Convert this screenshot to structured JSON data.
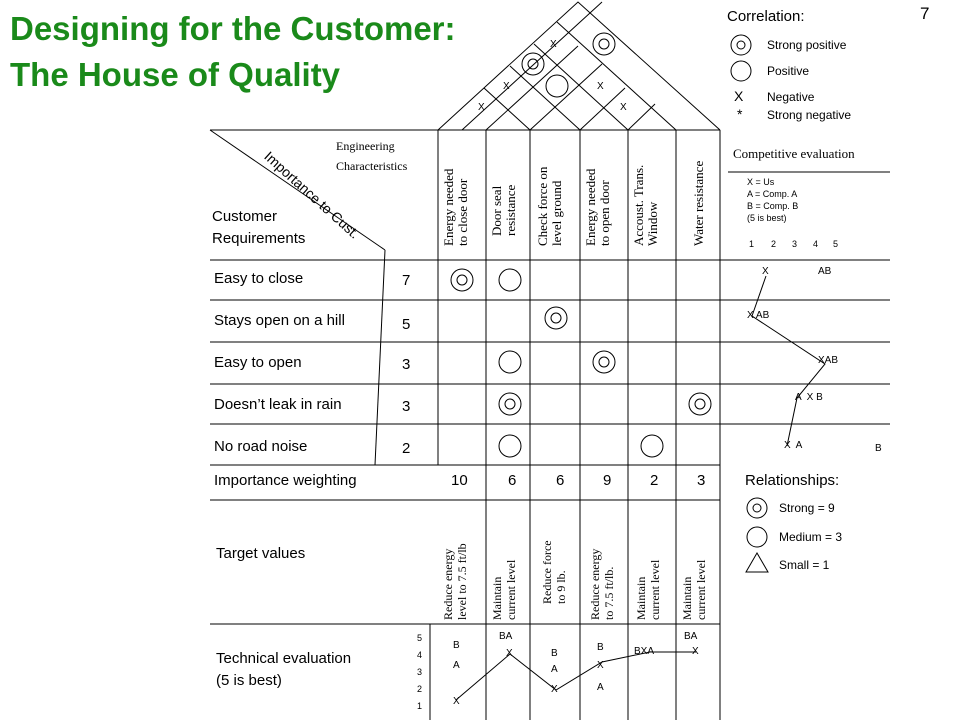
{
  "title_line1": "Designing for the Customer:",
  "title_line2": "The House of Quality",
  "page_number": "7",
  "correlation": {
    "header": "Correlation:",
    "strong_positive": "Strong positive",
    "positive": "Positive",
    "negative_symbol": "X",
    "negative": "Negative",
    "strong_negative_symbol": "*",
    "strong_negative": "Strong negative"
  },
  "roof_marks": [
    "X",
    "X",
    "X",
    "X",
    "X"
  ],
  "engineering_label_1": "Engineering",
  "engineering_label_2": "Characteristics",
  "importance_label": "Importance to Cust.",
  "customer_label_1": "Customer",
  "customer_label_2": "Requirements",
  "engineering_chars": [
    [
      "Energy needed",
      "to close door"
    ],
    [
      "Door seal",
      "resistance"
    ],
    [
      "Check force on",
      "level ground"
    ],
    [
      "Energy needed",
      "to open door"
    ],
    [
      "Accoust. Trans.",
      "Window"
    ],
    [
      "Water resistance"
    ]
  ],
  "competitive": {
    "header": "Competitive evaluation",
    "legend": [
      "X = Us",
      "A = Comp. A",
      "B = Comp. B",
      "(5 is best)"
    ],
    "scale": [
      "1",
      "2",
      "3",
      "4",
      "5"
    ],
    "rows": [
      [
        {
          "t": "X"
        },
        {
          "t": "AB"
        }
      ],
      [
        {
          "t": "X AB"
        }
      ],
      [
        {
          "t": "XAB"
        }
      ],
      [
        {
          "t": "A  X B"
        }
      ],
      [
        {
          "t": "X  A"
        },
        {
          "t": "B"
        }
      ]
    ]
  },
  "requirements": [
    {
      "name": "Easy to close",
      "importance": "7"
    },
    {
      "name": "Stays open on a hill",
      "importance": "5"
    },
    {
      "name": "Easy to open",
      "importance": "3"
    },
    {
      "name": "Doesn’t leak in rain",
      "importance": "3"
    },
    {
      "name": "No road noise",
      "importance": "2"
    }
  ],
  "importance_weighting_label": "Importance weighting",
  "weights": [
    "10",
    "6",
    "6",
    "9",
    "2",
    "3"
  ],
  "relationships": {
    "header": "Relationships:",
    "strong": "Strong = 9",
    "medium": "Medium = 3",
    "small": "Small = 1"
  },
  "target_values_label": "Target values",
  "targets": [
    [
      "Reduce energy",
      "level to 7.5 ft/lb"
    ],
    [
      "Maintain",
      "current level"
    ],
    [
      "Reduce force",
      "to 9 lb."
    ],
    [
      "Reduce energy",
      "to 7.5 ft/lb."
    ],
    [
      "Maintain",
      "current level"
    ],
    [
      "Maintain",
      "current level"
    ]
  ],
  "technical_label_1": "Technical evaluation",
  "technical_label_2": "(5 is best)",
  "tech_scale": [
    "5",
    "4",
    "3",
    "2",
    "1"
  ],
  "tech_marks": [
    "B",
    "A",
    "X",
    "BA",
    "X",
    "B",
    "A",
    "X",
    "B",
    "X",
    "A",
    "BXA",
    "BA",
    "X"
  ]
}
